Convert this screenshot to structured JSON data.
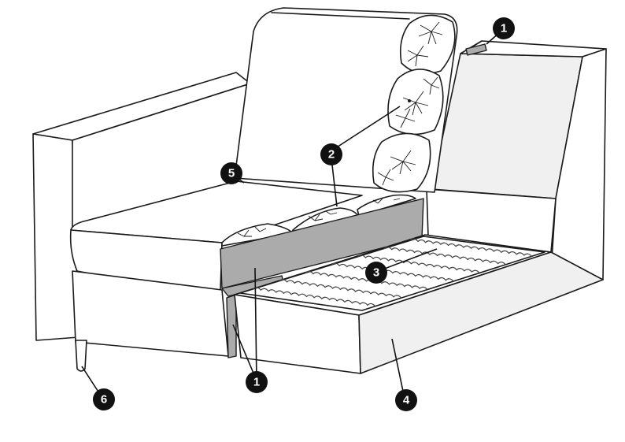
{
  "diagram": {
    "callouts": [
      {
        "id": "callout-1-top",
        "label": "1"
      },
      {
        "id": "callout-2",
        "label": "2"
      },
      {
        "id": "callout-3",
        "label": "3"
      },
      {
        "id": "callout-4",
        "label": "4"
      },
      {
        "id": "callout-5",
        "label": "5"
      },
      {
        "id": "callout-6",
        "label": "6"
      },
      {
        "id": "callout-1-bottom",
        "label": "1"
      }
    ],
    "colors": {
      "line": "#1a1a1a",
      "panel_gray": "#ababab",
      "shade_light": "#f0f0f0",
      "badge": "#111111"
    }
  }
}
